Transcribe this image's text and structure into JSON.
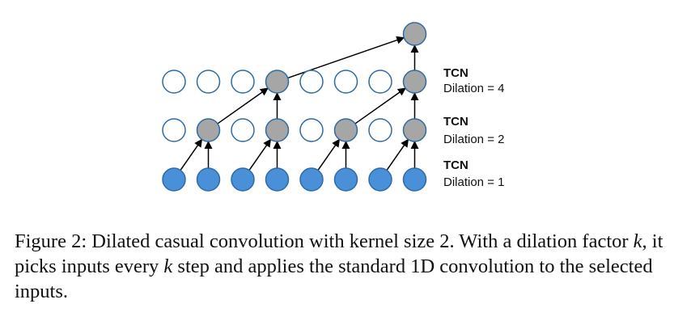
{
  "diagram": {
    "colors": {
      "input_fill": "#4a90d9",
      "input_stroke": "#2d6aa6",
      "active_fill": "#a6a6a6",
      "active_stroke": "#2d6aa6",
      "empty_fill": "#ffffff",
      "empty_stroke": "#2d6aa6",
      "arrow": "#000000"
    },
    "rows": [
      {
        "role": "input",
        "states": [
          "input",
          "input",
          "input",
          "input",
          "input",
          "input",
          "input",
          "input"
        ]
      },
      {
        "role": "dilation-1",
        "states": [
          "empty",
          "active",
          "empty",
          "active",
          "empty",
          "active",
          "empty",
          "active"
        ]
      },
      {
        "role": "dilation-2",
        "states": [
          "empty",
          "empty",
          "empty",
          "active",
          "empty",
          "empty",
          "empty",
          "active"
        ]
      },
      {
        "role": "output",
        "states": [
          "none",
          "none",
          "none",
          "none",
          "none",
          "none",
          "none",
          "active"
        ]
      }
    ],
    "arrows": [
      {
        "from": [
          0,
          0
        ],
        "to": [
          1,
          1
        ]
      },
      {
        "from": [
          0,
          1
        ],
        "to": [
          1,
          1
        ]
      },
      {
        "from": [
          0,
          2
        ],
        "to": [
          1,
          3
        ]
      },
      {
        "from": [
          0,
          3
        ],
        "to": [
          1,
          3
        ]
      },
      {
        "from": [
          0,
          4
        ],
        "to": [
          1,
          5
        ]
      },
      {
        "from": [
          0,
          5
        ],
        "to": [
          1,
          5
        ]
      },
      {
        "from": [
          0,
          6
        ],
        "to": [
          1,
          7
        ]
      },
      {
        "from": [
          0,
          7
        ],
        "to": [
          1,
          7
        ]
      },
      {
        "from": [
          1,
          1
        ],
        "to": [
          2,
          3
        ]
      },
      {
        "from": [
          1,
          3
        ],
        "to": [
          2,
          3
        ]
      },
      {
        "from": [
          1,
          5
        ],
        "to": [
          2,
          7
        ]
      },
      {
        "from": [
          1,
          7
        ],
        "to": [
          2,
          7
        ]
      },
      {
        "from": [
          2,
          3
        ],
        "to": [
          3,
          7
        ]
      },
      {
        "from": [
          2,
          7
        ],
        "to": [
          3,
          7
        ]
      }
    ],
    "labels": [
      {
        "title": "TCN",
        "subtitle": "Dilation = 4"
      },
      {
        "title": "TCN",
        "subtitle": "Dilation = 2"
      },
      {
        "title": "TCN",
        "subtitle": "Dilation = 1"
      }
    ]
  },
  "caption": {
    "part1": "Figure 2: Dilated casual convolution with kernel size 2.  With a dilation factor ",
    "var1": "k",
    "part2": ", it picks inputs every ",
    "var2": "k",
    "part3": " step and applies the standard 1D convolution to the selected inputs."
  }
}
